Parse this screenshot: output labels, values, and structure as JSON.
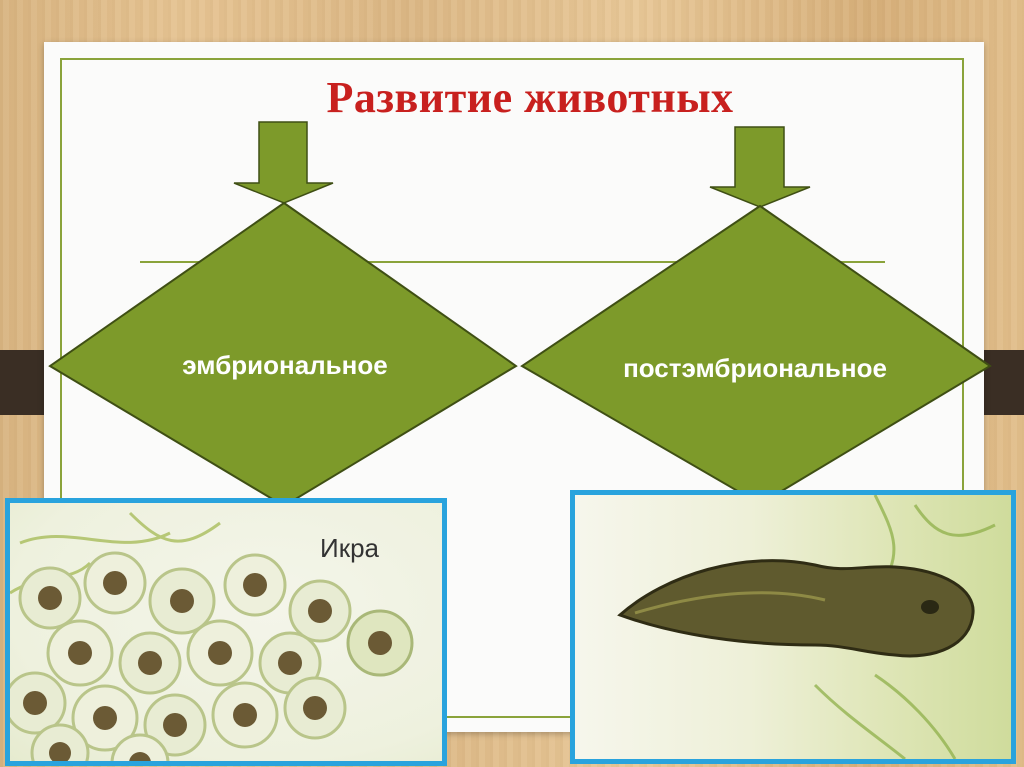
{
  "slide": {
    "title": "Развитие животных"
  },
  "diagram": {
    "left_label": "эмбриональное",
    "right_label": "постэмбриональное"
  },
  "images": {
    "eggs_caption": "Икра",
    "eggs_subject": "frog-eggs",
    "tadpole_subject": "tadpole"
  },
  "colors": {
    "title": "#c8201e",
    "shape_fill": "#7d9a2a",
    "frame_border": "#8aa33a",
    "photo_border": "#29a3dd"
  }
}
